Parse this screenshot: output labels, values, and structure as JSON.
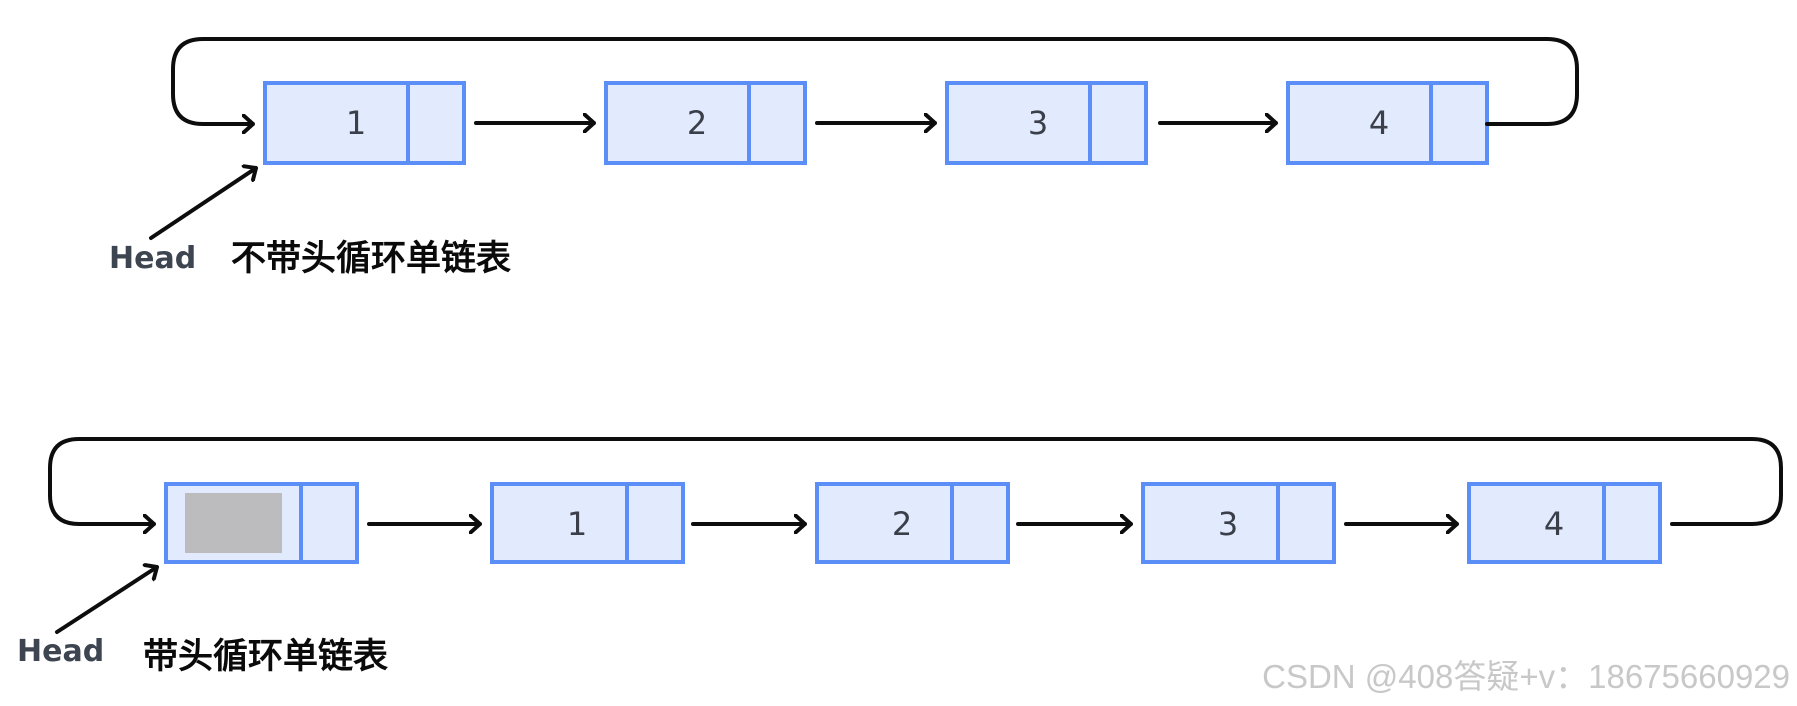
{
  "diagrams": [
    {
      "caption": "不带头循环单链表",
      "head_label": "Head",
      "has_sentinel": false,
      "nodes": [
        "1",
        "2",
        "3",
        "4"
      ]
    },
    {
      "caption": "带头循环单链表",
      "head_label": "Head",
      "has_sentinel": true,
      "nodes": [
        "1",
        "2",
        "3",
        "4"
      ]
    }
  ],
  "watermark": "CSDN @408答疑+v：18675660929",
  "colors": {
    "node_fill": "#e2eafd",
    "node_border": "#5b8ef7",
    "sentinel_fill": "#bcbcbf",
    "arrow": "#0d0d0d"
  }
}
